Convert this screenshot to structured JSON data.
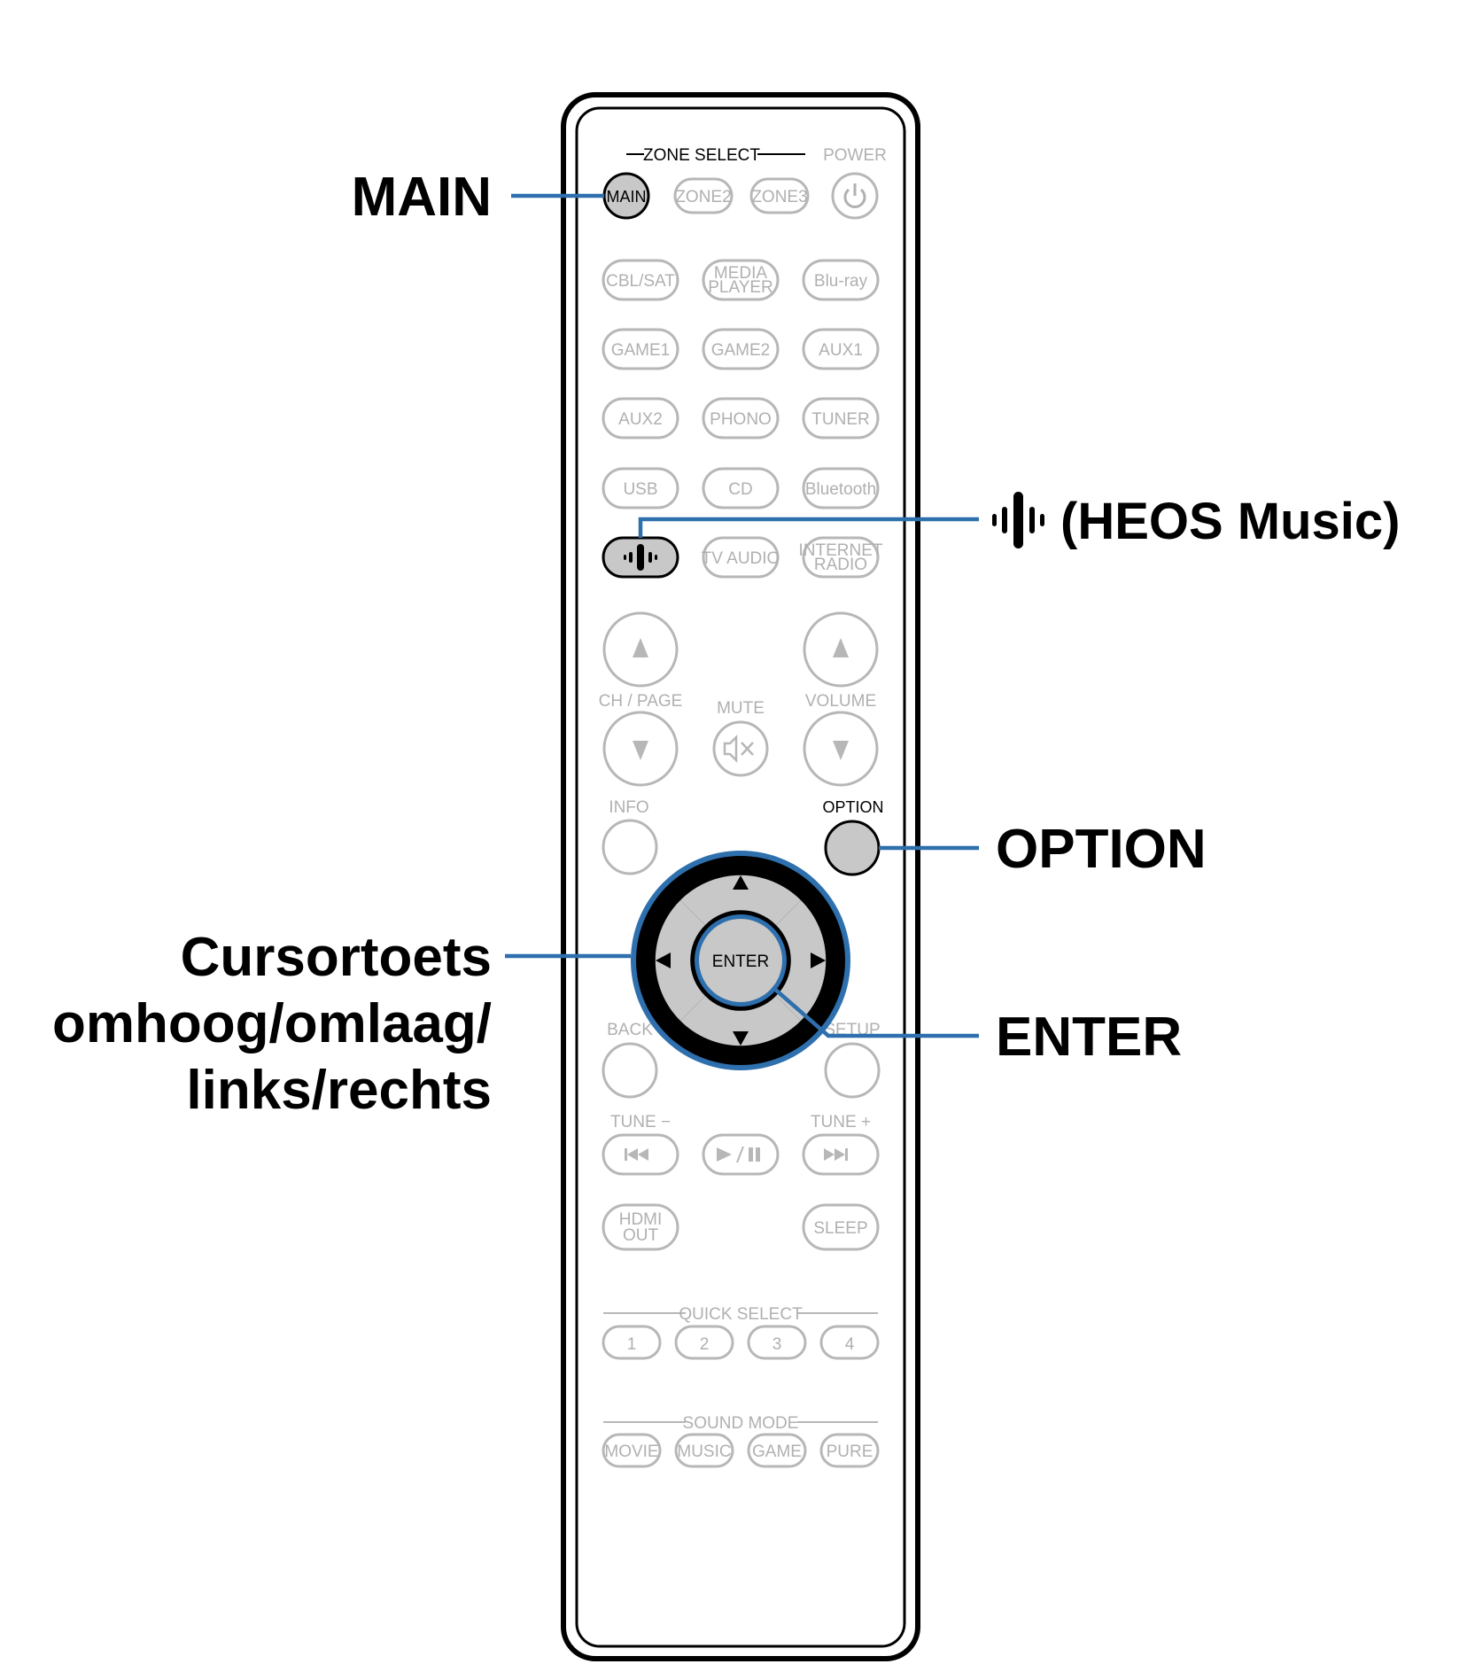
{
  "remote": {
    "zone_select": "ZONE SELECT",
    "power": "POWER",
    "buttons": {
      "main": "MAIN",
      "zone2": "ZONE2",
      "zone3": "ZONE3",
      "cbl_sat": "CBL/SAT",
      "media_player_1": "MEDIA",
      "media_player_2": "PLAYER",
      "bluray": "Blu-ray",
      "game1": "GAME1",
      "game2": "GAME2",
      "aux1": "AUX1",
      "aux2": "AUX2",
      "phono": "PHONO",
      "tuner": "TUNER",
      "usb": "USB",
      "cd": "CD",
      "bluetooth": "Bluetooth",
      "tv_audio": "TV AUDIO",
      "internet_radio_1": "INTERNET",
      "internet_radio_2": "RADIO",
      "hdmi_out_1": "HDMI",
      "hdmi_out_2": "OUT",
      "sleep": "SLEEP",
      "enter": "ENTER",
      "quick_1": "1",
      "quick_2": "2",
      "quick_3": "3",
      "quick_4": "4",
      "movie": "MOVIE",
      "music": "MUSIC",
      "game": "GAME",
      "pure": "PURE"
    },
    "labels": {
      "ch_page": "CH / PAGE",
      "mute": "MUTE",
      "volume": "VOLUME",
      "info": "INFO",
      "option": "OPTION",
      "back": "BACK",
      "setup": "SETUP",
      "tune_minus": "TUNE −",
      "tune_plus": "TUNE +",
      "quick_select": "QUICK SELECT",
      "sound_mode": "SOUND MODE"
    }
  },
  "callouts": {
    "main": "MAIN",
    "heos": "(HEOS Music)",
    "option": "OPTION",
    "cursor_1": "Cursortoets",
    "cursor_2": "omhoog/omlaag/",
    "cursor_3": "links/rechts",
    "enter": "ENTER"
  },
  "colors": {
    "leader_line": "#2e6fad",
    "highlight_fill": "#c8c8c8",
    "faded_button": "#b7b7b7"
  },
  "icons": [
    "power-icon",
    "heos-icon",
    "mute-icon",
    "arrow-up-icon",
    "arrow-down-icon",
    "arrow-left-icon",
    "arrow-right-icon",
    "previous-track-icon",
    "play-pause-icon",
    "next-track-icon"
  ]
}
